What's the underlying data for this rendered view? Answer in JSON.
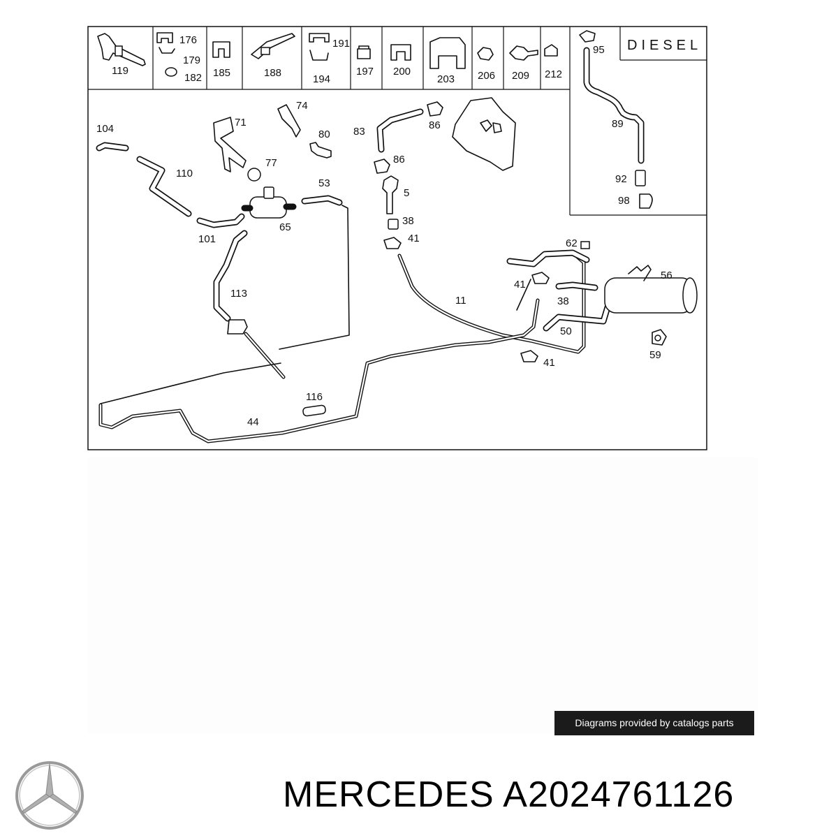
{
  "header_parts": {
    "p119": "119",
    "p176": "176",
    "p179": "179",
    "p182": "182",
    "p185": "185",
    "p188": "188",
    "p191": "191",
    "p194": "194",
    "p197": "197",
    "p200": "200",
    "p203": "203",
    "p206": "206",
    "p209": "209",
    "p212": "212"
  },
  "diesel_label": "DIESEL",
  "inset_parts": {
    "p95": "95",
    "p89": "89",
    "p92": "92",
    "p98": "98"
  },
  "callouts": {
    "c104": "104",
    "c110": "110",
    "c101": "101",
    "c71": "71",
    "c74": "74",
    "c80": "80",
    "c77": "77",
    "c65": "65",
    "c53": "53",
    "c113": "113",
    "c83": "83",
    "c86a": "86",
    "c86b": "86",
    "c5": "5",
    "c38a": "38",
    "c41a": "41",
    "c11": "11",
    "c62": "62",
    "c41b": "41",
    "c38b": "38",
    "c56": "56",
    "c50": "50",
    "c41c": "41",
    "c59": "59",
    "c116": "116",
    "c44": "44"
  },
  "footer": {
    "credit": "Diagrams provided by catalogs parts",
    "title": "MERCEDES A2024761126"
  },
  "colors": {
    "line": "#111111",
    "credit_bg": "#1b1b1b",
    "logo_silver": "#9a9a9a"
  }
}
